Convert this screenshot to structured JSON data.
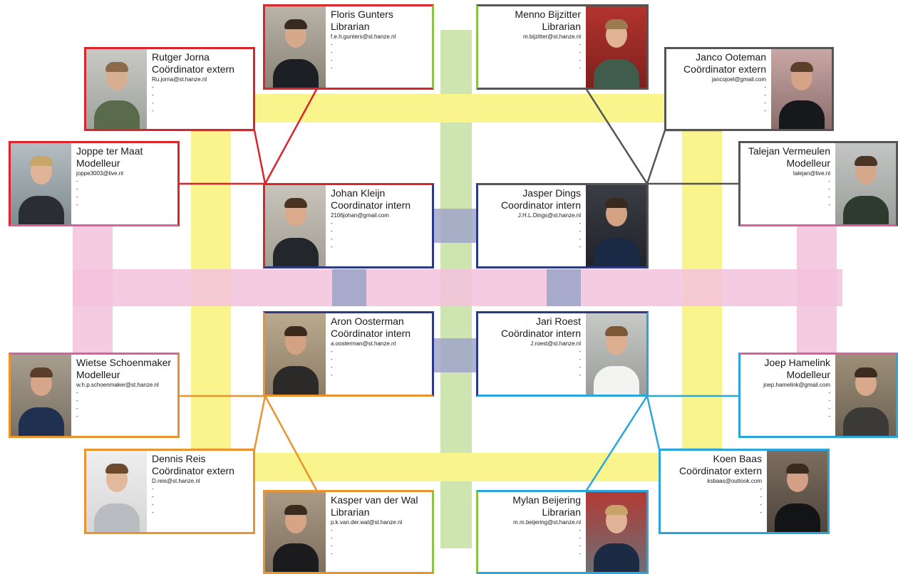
{
  "colors": {
    "red": "#d9262c",
    "gray": "#555555",
    "navy": "#2b3a84",
    "orange": "#ea9430",
    "cyan": "#2aa6dc",
    "green": "#8bc34a",
    "pink": "#d7609f",
    "yellow_band": "#faf48c",
    "green_band": "#cfe5b1",
    "pink_band": "#f3c2dd",
    "blue_band": "#9fa6c9"
  },
  "members": [
    {
      "id": "floris",
      "name": "Floris Gunters",
      "role": "Librarian",
      "email": "f.e.h.gunters@st.hanze.nl",
      "dashes": [
        "-",
        "-",
        "-",
        "-"
      ]
    },
    {
      "id": "rutger",
      "name": "Rutger Jorna",
      "role": "Coördinator extern",
      "email": "Ru.jorna@st.hanze.nl",
      "dashes": [
        "-",
        "-",
        "-",
        "-"
      ]
    },
    {
      "id": "joppe",
      "name": "Joppe ter Maat",
      "role": "Modelleur",
      "email": "joppe3003@live.nl",
      "dashes": [
        "-",
        "-",
        "-",
        "-"
      ]
    },
    {
      "id": "johan",
      "name": "Johan  Kleijn",
      "role": "Coordinator intern",
      "email": "2106johan@gmail.com",
      "dashes": [
        "-",
        "-",
        "-",
        "-"
      ]
    },
    {
      "id": "aron",
      "name": "Aron Oosterman",
      "role": "Coördinator intern",
      "email": "a.oosterman@st.hanze.nl",
      "dashes": [
        "-",
        "-",
        "-",
        "-"
      ]
    },
    {
      "id": "wietse",
      "name": "Wietse Schoenmaker",
      "role": "Modelleur",
      "email": "w.h.p.schoenmaker@st.hanze.nl",
      "dashes": [
        "-",
        "-",
        "-",
        "-"
      ]
    },
    {
      "id": "dennis",
      "name": "Dennis Reis",
      "role": "Coördinator extern",
      "email": "D.reis@st.hanze.nl",
      "dashes": [
        "-",
        "-",
        "-",
        "-"
      ]
    },
    {
      "id": "kasper",
      "name": "Kasper van der Wal",
      "role": "Librarian",
      "email": "p.k.van.der.wal@st.hanze.nl",
      "dashes": [
        "-",
        "-",
        "-",
        "-"
      ]
    },
    {
      "id": "menno",
      "name": "Menno Bijzitter",
      "role": "Librarian",
      "email": "m.bijzitter@st.hanze.nl",
      "dashes": [
        "-",
        "-",
        "-",
        "-"
      ]
    },
    {
      "id": "janco",
      "name": "Janco Ooteman",
      "role": "Coördinator extern",
      "email": "jancojoel@gmail.com",
      "dashes": [
        "-",
        "-",
        "-",
        "-"
      ]
    },
    {
      "id": "talejan",
      "name": "Talejan Vermeulen",
      "role": "Modelleur",
      "email": "talejan@live.nl",
      "dashes": [
        "-",
        "-",
        "-",
        "-"
      ]
    },
    {
      "id": "jasper",
      "name": "Jasper Dings",
      "role": "Coordinator intern",
      "email": "J.H.L.Dings@st.hanze.nl",
      "dashes": [
        "-",
        "-",
        "-",
        "-"
      ]
    },
    {
      "id": "jari",
      "name": "Jari Roest",
      "role": "Coördinator intern",
      "email": "J.roest@st.hanze.nl",
      "dashes": [
        "-",
        "-",
        "-",
        "-"
      ]
    },
    {
      "id": "joep",
      "name": "Joep Hamelink",
      "role": "Modelleur",
      "email": "joep.hamelink@gmail.com",
      "dashes": [
        "-",
        "-",
        "-",
        "-"
      ]
    },
    {
      "id": "koen",
      "name": "Koen Baas",
      "role": "Coördinator extern",
      "email": "ksbaas@outlook.com",
      "dashes": [
        "-",
        "-",
        "-",
        "-"
      ]
    },
    {
      "id": "mylan",
      "name": "Mylan Beijering",
      "role": "Librarian",
      "email": "m.m.beijering@st.hanze.nl",
      "dashes": [
        "-",
        "-",
        "-",
        "-"
      ]
    }
  ]
}
